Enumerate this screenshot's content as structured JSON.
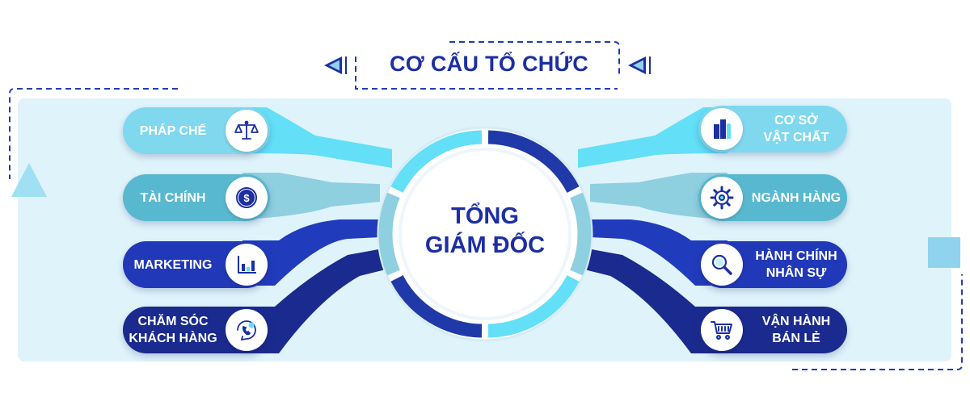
{
  "title": "CƠ CẤU TỔ CHỨC",
  "center": {
    "line1": "TỔNG",
    "line2": "GIÁM ĐỐC"
  },
  "left_items": [
    {
      "label": "PHÁP CHẾ",
      "icon": "scales-icon"
    },
    {
      "label": "TÀI CHÍNH",
      "icon": "dollar-coin-icon"
    },
    {
      "label": "MARKETING",
      "icon": "bar-chart-icon"
    },
    {
      "label": "CHĂM SÓC\nKHÁCH HÀNG",
      "icon": "customer-support-icon"
    }
  ],
  "right_items": [
    {
      "label": "CƠ SỞ\nVẬT CHẤT",
      "icon": "building-icon"
    },
    {
      "label": "NGÀNH HÀNG",
      "icon": "gear-icon"
    },
    {
      "label": "HÀNH CHÍNH\nNHÂN SỰ",
      "icon": "magnifier-icon"
    },
    {
      "label": "VẬN HÀNH\nBÁN LẺ",
      "icon": "shopping-cart-icon"
    }
  ],
  "colors": {
    "title_blue": "#1c2fa3",
    "light_cyan": "#7fd8ee",
    "teal": "#58b8cf",
    "blue": "#2138b8",
    "navy": "#1a2a8e",
    "panel_bg": "#dff3fb"
  }
}
